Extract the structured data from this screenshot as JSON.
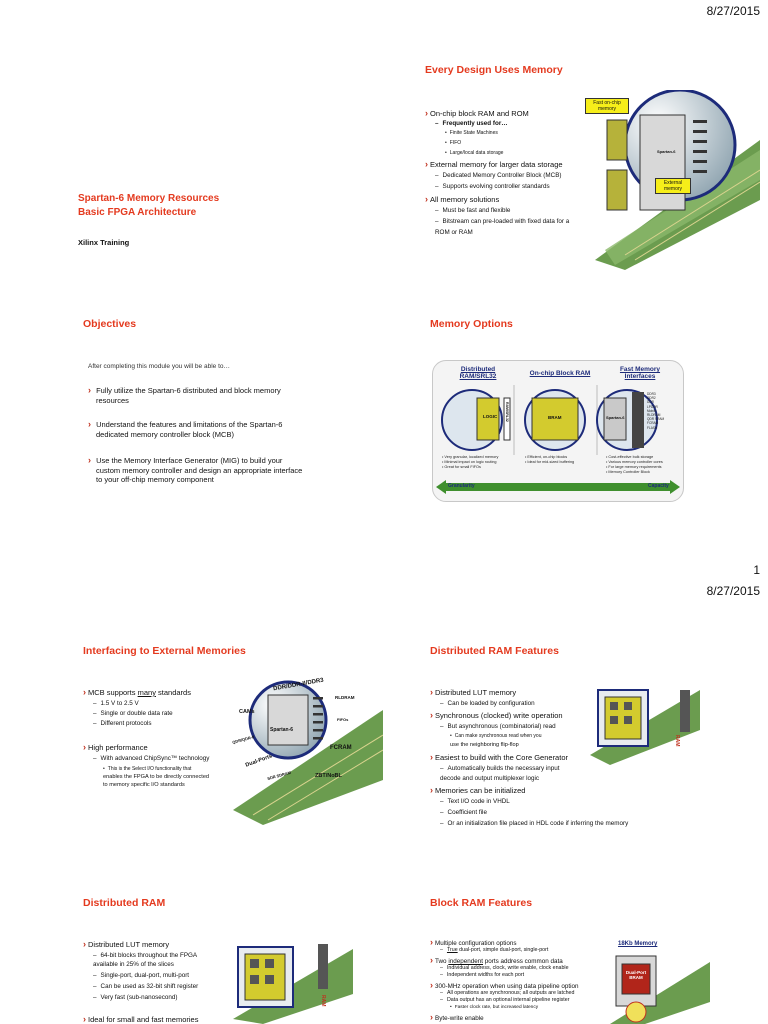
{
  "dates": [
    "8/27/2015",
    "8/27/2015"
  ],
  "page_number": "1",
  "slide1": {
    "title_line1": "Spartan-6 Memory Resources",
    "title_line2": "Basic FPGA Architecture",
    "subtitle": "Xilinx Training"
  },
  "slide2": {
    "title": "Every Design Uses Memory",
    "bullets": [
      {
        "level": 1,
        "text": "On-chip block RAM and ROM"
      },
      {
        "level": 2,
        "text": "Frequently used for…"
      },
      {
        "level": 3,
        "text": "Finite State Machines"
      },
      {
        "level": 3,
        "text": "FIFO"
      },
      {
        "level": 3,
        "text": "Large/local data storage"
      },
      {
        "level": 1,
        "text": "External memory for larger data storage"
      },
      {
        "level": 2,
        "text": "Dedicated Memory Controller Block (MCB)"
      },
      {
        "level": 2,
        "text": "Supports evolving controller standards"
      },
      {
        "level": 1,
        "text": "All memory solutions"
      },
      {
        "level": 2,
        "text": "Must be fast and flexible"
      },
      {
        "level": 2,
        "text": "Bitstream can pre-loaded with fixed data for a"
      },
      {
        "level": 0,
        "text": "ROM or RAM"
      }
    ],
    "callout_onchip": "Fast on-chip memory",
    "callout_external": "External memory",
    "chip_label": "Spartan-6"
  },
  "slide3": {
    "title": "Objectives",
    "intro": "After completing this module you will be able to…",
    "items": [
      [
        "Fully utilize the Spartan-6 distributed and block memory",
        "resources"
      ],
      [
        "Understand the features and limitations of the Spartan-6",
        "dedicated memory controller block (MCB)"
      ],
      [
        "Use the Memory Interface Generator (MIG) to build your",
        "custom memory controller and design an appropriate interface",
        "to your off-chip memory component"
      ]
    ]
  },
  "slide4": {
    "title": "Memory Options",
    "col1_head": "Distributed RAM/SRL32",
    "col2_head": "On-chip Block RAM",
    "col3_head": "Fast Memory Interfaces",
    "col1_label": "LOGIC",
    "col1_side": "RAM/SRL32",
    "col2_label": "BRAM",
    "col3_label": "Spartan-6",
    "col3_list": [
      "DDR3",
      "DDR2",
      "DDR",
      "LPDDR",
      "Mobile",
      "RLDRAM",
      "QDR SRAM",
      "FCRAM",
      "FLASH"
    ],
    "col1_notes": [
      "• Very granular, localized memory",
      "• Minimal impact on logic routing",
      "• Great for small FIFOs"
    ],
    "col2_notes": [
      "• Efficient, on-chip blocks",
      "• Ideal for mid-sized buffering"
    ],
    "col3_notes": [
      "• Cost-effective bulk storage",
      "• Various memory controller cores",
      "• For large memory requirements",
      "• Memory Controller Block"
    ],
    "axis_left": "Granularity",
    "axis_right": "Capacity"
  },
  "slide5": {
    "title": "Interfacing to External Memories",
    "b1_prefix": "MCB supports ",
    "b1_underlined": "many",
    "b1_suffix": " standards",
    "sub": [
      "1.5 V to 2.5 V",
      "Single or double data rate",
      "Different protocols"
    ],
    "b2": "High performance",
    "b2_sub": "With advanced ChipSync™ technology",
    "b2_notes": [
      "This is the Select I/O functionality that",
      "enables the FPGA to be directly connected",
      "to memory specific I/O standards"
    ],
    "diagram_labels": [
      "DDR/DDR-II/DDR3",
      "RLDRAM",
      "CAMs",
      "FIFOs",
      "Spartan-6",
      "QDR/QDR-II",
      "FCRAM",
      "Dual-Ports",
      "SDR SDRAM",
      "ZBT/NoBL"
    ]
  },
  "slide6": {
    "title": "Distributed RAM Features",
    "lines": [
      {
        "level": 1,
        "text": "Distributed LUT memory"
      },
      {
        "level": 2,
        "text": "Can be loaded by configuration"
      },
      {
        "level": 1,
        "text": "Synchronous (clocked) write operation"
      },
      {
        "level": 2,
        "text": "But asynchronous (combinatorial) read"
      },
      {
        "level": 3,
        "text": "Can make synchronous read when you"
      },
      {
        "level": 0,
        "text": "use the neighboring flip-flop"
      },
      {
        "level": 1,
        "text": "Easiest to build with the Core Generator"
      },
      {
        "level": 2,
        "text": "Automatically builds the necessary input"
      },
      {
        "level": 0,
        "text": "decode and output multiplexer logic"
      },
      {
        "level": 1,
        "text": "Memories can be initialized"
      },
      {
        "level": 2,
        "text": "Text I/O code in VHDL"
      },
      {
        "level": 2,
        "text": "Coefficient file"
      },
      {
        "level": 2,
        "text": "Or an initialization file placed in HDL code if inferring the memory"
      }
    ],
    "ram_label": "RAM"
  },
  "slide7": {
    "title": "Distributed RAM",
    "lines": [
      {
        "level": 1,
        "text": "Distributed LUT memory"
      },
      {
        "level": 2,
        "text": "64-bit blocks throughout the FPGA"
      },
      {
        "level": 0,
        "text": "available in 25% of the slices"
      },
      {
        "level": 2,
        "text": "Single-port, dual-port, multi-port"
      },
      {
        "level": 2,
        "text": "Can be used as 32-bit shift register"
      },
      {
        "level": 2,
        "text": "Very fast (sub-nanosecond)"
      },
      {
        "level": 1,
        "text": "Ideal for small and fast memories"
      }
    ],
    "ram_label": "RAM"
  },
  "slide8": {
    "title": "Block RAM Features",
    "b1": "Multiple configuration options",
    "b1_sub_u": "True",
    "b1_sub_rest": " dual-port, simple dual-port, single-port",
    "b2_prefix": "Two ",
    "b2_u": "independent",
    "b2_rest": " ports address common data",
    "b2_sub": [
      "Individual address, clock, write enable, clock enable",
      "Independent widths for each port"
    ],
    "b3": "300-MHz operation when using data pipeline option",
    "b3_sub": [
      "All operations are synchronous; all outputs are latched",
      "Data output has an optional internal pipeline register"
    ],
    "b3_note": "Faster clock rate, but increased latency",
    "b4": "Byte-write enable",
    "diagram_title": "18Kb Memory",
    "chip_label": "Dual-Port BRAM"
  },
  "colors": {
    "title_red": "#e43a1f",
    "bullet_red": "#c0311e",
    "callout_yellow": "#f6ee1a",
    "brand_navy": "#1d2b7a"
  }
}
